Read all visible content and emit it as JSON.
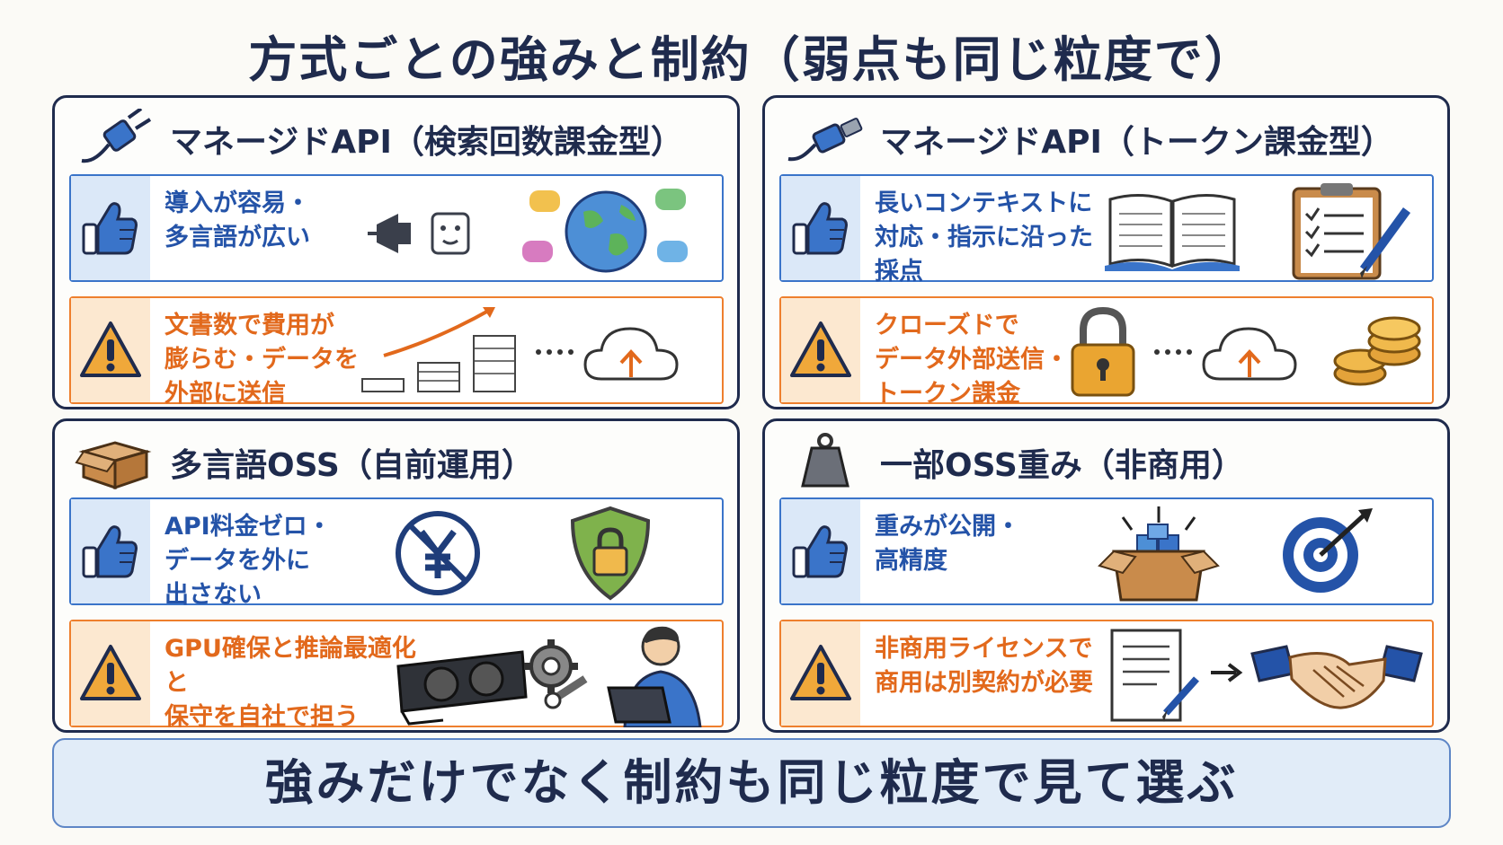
{
  "title": "方式ごとの強みと制約（弱点も同じ粒度で）",
  "colors": {
    "navy": "#1f2b4d",
    "pro_blue": "#2453a8",
    "con_orange": "#e2691c"
  },
  "panels": [
    {
      "title": "マネージドAPI（検索回数課金型）",
      "icon": "plug-icon",
      "pro": "導入が容易・\n多言語が広い",
      "con": "文書数で費用が\n膨らむ・データを\n外部に送信"
    },
    {
      "title": "マネージドAPI（トークン課金型）",
      "icon": "cable-icon",
      "pro": "長いコンテキストに\n対応・指示に沿った\n採点",
      "con": "クローズドで\nデータ外部送信・\nトークン課金"
    },
    {
      "title": "多言語OSS（自前運用）",
      "icon": "box-icon",
      "pro": "API料金ゼロ・\nデータを外に\n出さない",
      "con": "GPU確保と推論最適化と\n保守を自社で担う"
    },
    {
      "title": "一部OSS重み（非商用）",
      "icon": "weight-icon",
      "pro": "重みが公開・\n高精度",
      "con": "非商用ライセンスで\n商用は別契約が必要"
    }
  ],
  "footer": "強みだけでなく制約も同じ粒度で見て選ぶ"
}
